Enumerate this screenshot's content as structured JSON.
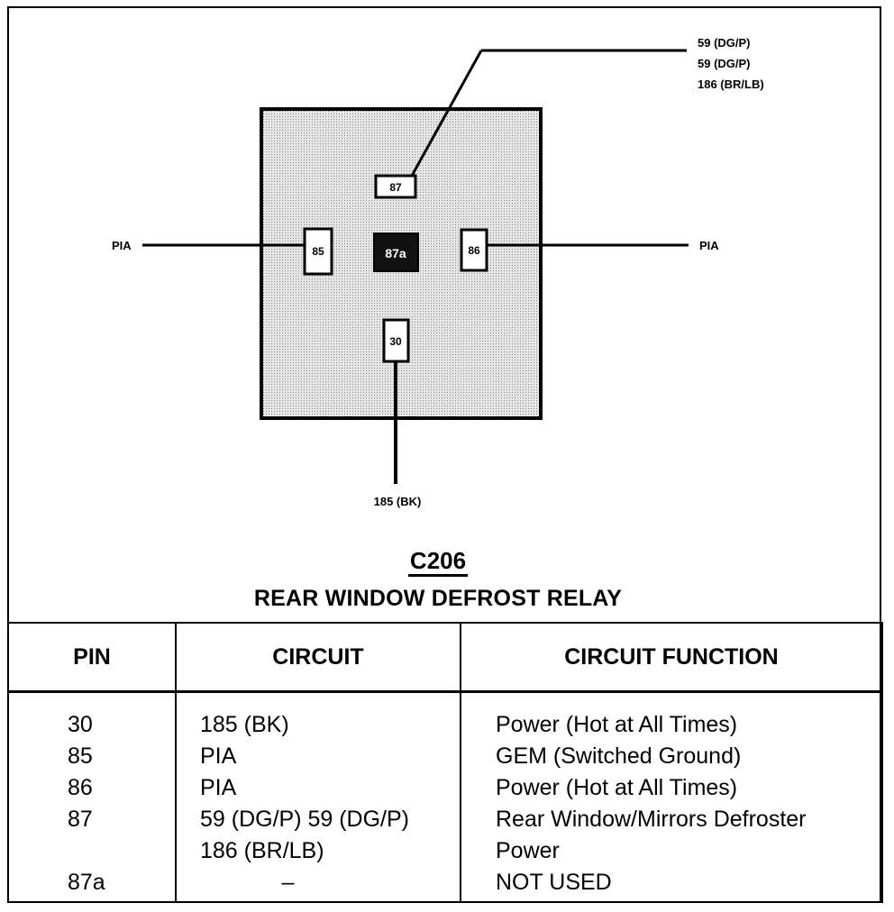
{
  "connector": {
    "id": "C206",
    "name": "REAR WINDOW DEFROST RELAY"
  },
  "relay": {
    "pins": [
      {
        "pin": "87",
        "wire_labels": [
          "59 (DG/P)",
          "59 (DG/P)",
          "186 (BR/LB)"
        ]
      },
      {
        "pin": "85",
        "wire_labels": [
          "PIA"
        ]
      },
      {
        "pin": "87a",
        "wire_labels": []
      },
      {
        "pin": "86",
        "wire_labels": [
          "PIA"
        ]
      },
      {
        "pin": "30",
        "wire_labels": [
          "185 (BK)"
        ]
      }
    ]
  },
  "table": {
    "headers": [
      "PIN",
      "CIRCUIT",
      "CIRCUIT FUNCTION"
    ],
    "rows": [
      {
        "pin": "30",
        "circuit": "185 (BK)",
        "function": "Power (Hot at All Times)"
      },
      {
        "pin": "85",
        "circuit": "PIA",
        "function": "GEM (Switched Ground)"
      },
      {
        "pin": "86",
        "circuit": "PIA",
        "function": "Power (Hot at All Times)"
      },
      {
        "pin": "87",
        "circuit": "59 (DG/P) 59 (DG/P)",
        "function": "Rear Window/Mirrors Defroster"
      },
      {
        "pin": "",
        "circuit": "186 (BR/LB)",
        "function": "Power"
      },
      {
        "pin": "87a",
        "circuit": "–",
        "function": "NOT USED"
      }
    ]
  },
  "colors": {
    "relay_fill": "#d6d6d6",
    "pin_87a_fill": "#111111",
    "line": "#000000"
  }
}
